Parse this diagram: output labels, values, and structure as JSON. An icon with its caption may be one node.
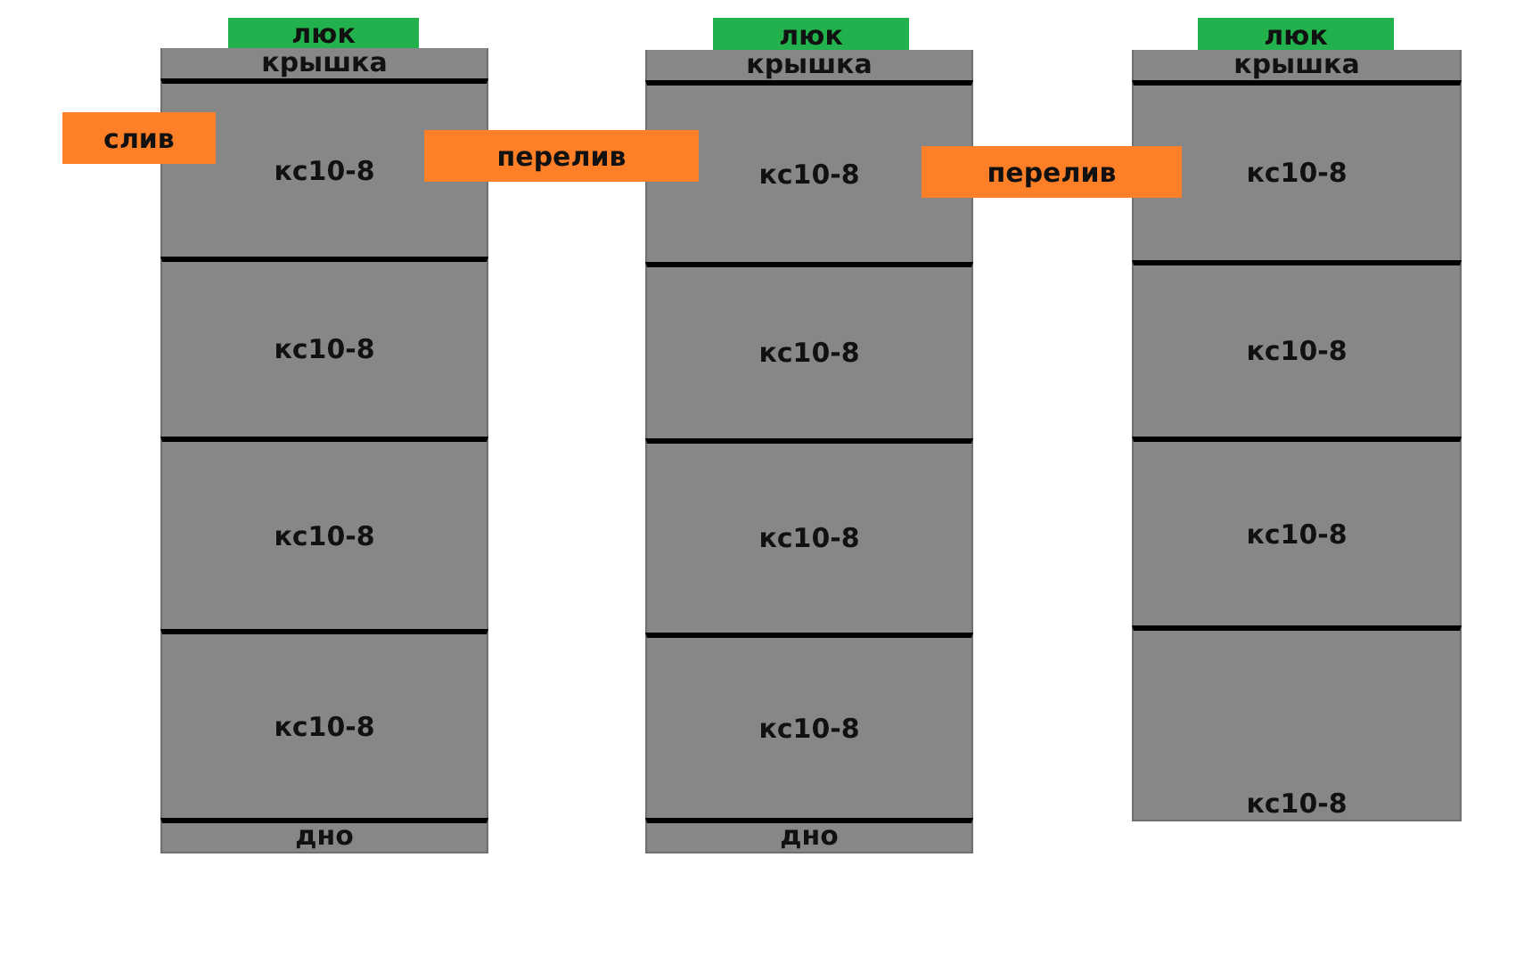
{
  "diagram": {
    "nodes": [
      {
        "text": [
          "люк"
        ]
      },
      {
        "text": [
          "крышка"
        ]
      },
      {
        "text": [
          "кс10-8"
        ]
      },
      {
        "text": [
          "кс10-8"
        ]
      },
      {
        "text": [
          "кс10-8"
        ]
      },
      {
        "text": [
          "кс10-8"
        ]
      },
      {
        "text": [
          "дно"
        ]
      },
      {
        "text": [
          "люк"
        ]
      },
      {
        "text": [
          "крышка"
        ]
      },
      {
        "text": [
          "кс10-8"
        ]
      },
      {
        "text": [
          "кс10-8"
        ]
      },
      {
        "text": [
          "кс10-8"
        ]
      },
      {
        "text": [
          "кс10-8"
        ]
      },
      {
        "text": [
          "дно"
        ]
      },
      {
        "text": [
          "люк"
        ]
      },
      {
        "text": [
          "крышка"
        ]
      },
      {
        "text": [
          "кс10-8"
        ]
      },
      {
        "text": [
          "кс10-8"
        ]
      },
      {
        "text": [
          "кс10-8"
        ]
      },
      {
        "text": [
          "кс10-8"
        ]
      },
      {
        "text": [
          "слив"
        ]
      },
      {
        "text": [
          "перелив"
        ]
      },
      {
        "text": [
          "перелив"
        ]
      }
    ],
    "edges": []
  }
}
